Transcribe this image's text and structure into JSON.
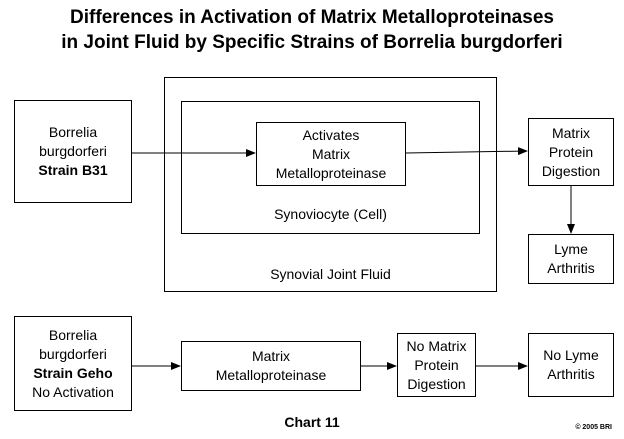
{
  "title": {
    "line1": "Differences in Activation of Matrix Metalloproteinases",
    "line2": "in Joint Fluid by Specific Strains of Borrelia burgdorferi"
  },
  "top_row": {
    "strain_box": {
      "line1": "Borrelia",
      "line2": "burgdorferi",
      "line3": "Strain B31"
    },
    "activates_box": {
      "line1": "Activates",
      "line2": "Matrix",
      "line3": "Metalloproteinase"
    },
    "synoviocyte_label": "Synoviocyte (Cell)",
    "joint_fluid_label": "Synovial Joint Fluid",
    "digestion_box": {
      "line1": "Matrix",
      "line2": "Protein",
      "line3": "Digestion"
    },
    "arthritis_box": {
      "line1": "Lyme",
      "line2": "Arthritis"
    }
  },
  "bottom_row": {
    "strain_box": {
      "line1": "Borrelia",
      "line2": "burgdorferi",
      "line3": "Strain Geho",
      "line4": "No Activation"
    },
    "mmp_box": {
      "line1": "Matrix",
      "line2": "Metalloproteinase"
    },
    "no_digestion_box": {
      "line1": "No Matrix",
      "line2": "Protein",
      "line3": "Digestion"
    },
    "no_arthritis_box": {
      "line1": "No Lyme",
      "line2": "Arthritis"
    }
  },
  "chart_label": "Chart  11",
  "copyright": "© 2005 BRI"
}
